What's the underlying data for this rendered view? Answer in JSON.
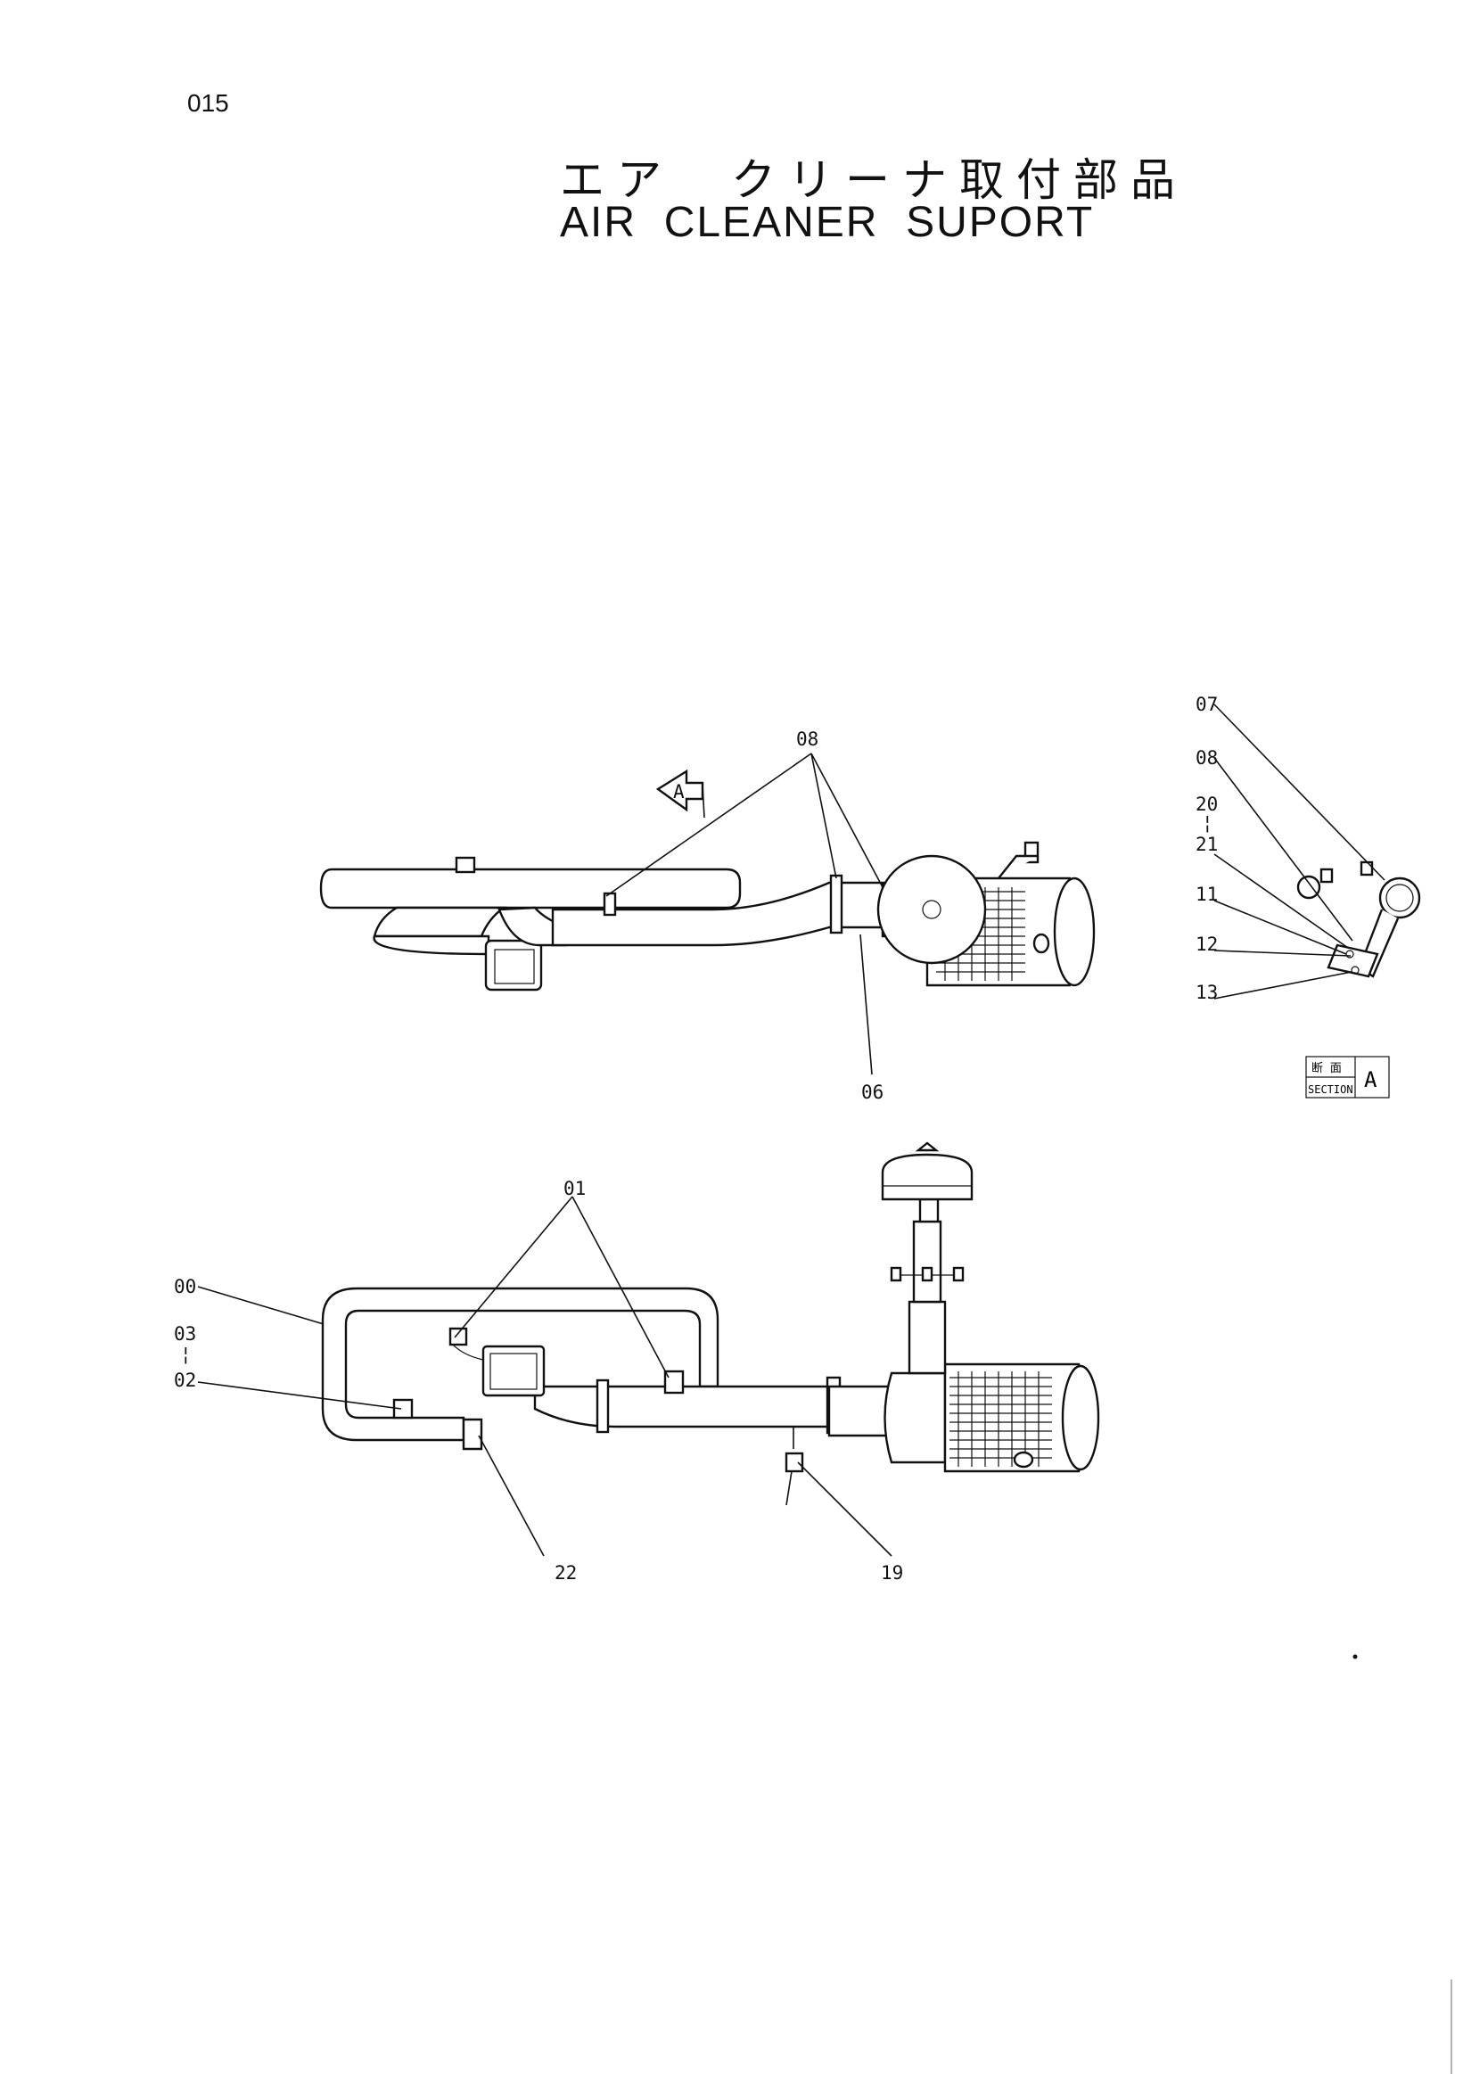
{
  "page_number": "015",
  "title_jp": "エア　クリーナ取付部品",
  "title_en": "AIR  CLEANER  SUPORT",
  "section_view": {
    "marker_letter": "A",
    "box_jp": "断 面",
    "box_en": "SECTION",
    "box_letter": "A"
  },
  "callouts_top": {
    "p08": "08",
    "p06": "06"
  },
  "callouts_section": {
    "p07": "07",
    "p08": "08",
    "p20": "20",
    "range_mark": "¦",
    "p21": "21",
    "p11": "11",
    "p12": "12",
    "p13": "13"
  },
  "callouts_bottom": {
    "p01": "01",
    "p00": "00",
    "p03": "03",
    "range_mark": "¦",
    "p02": "02",
    "p22": "22",
    "p19": "19"
  }
}
